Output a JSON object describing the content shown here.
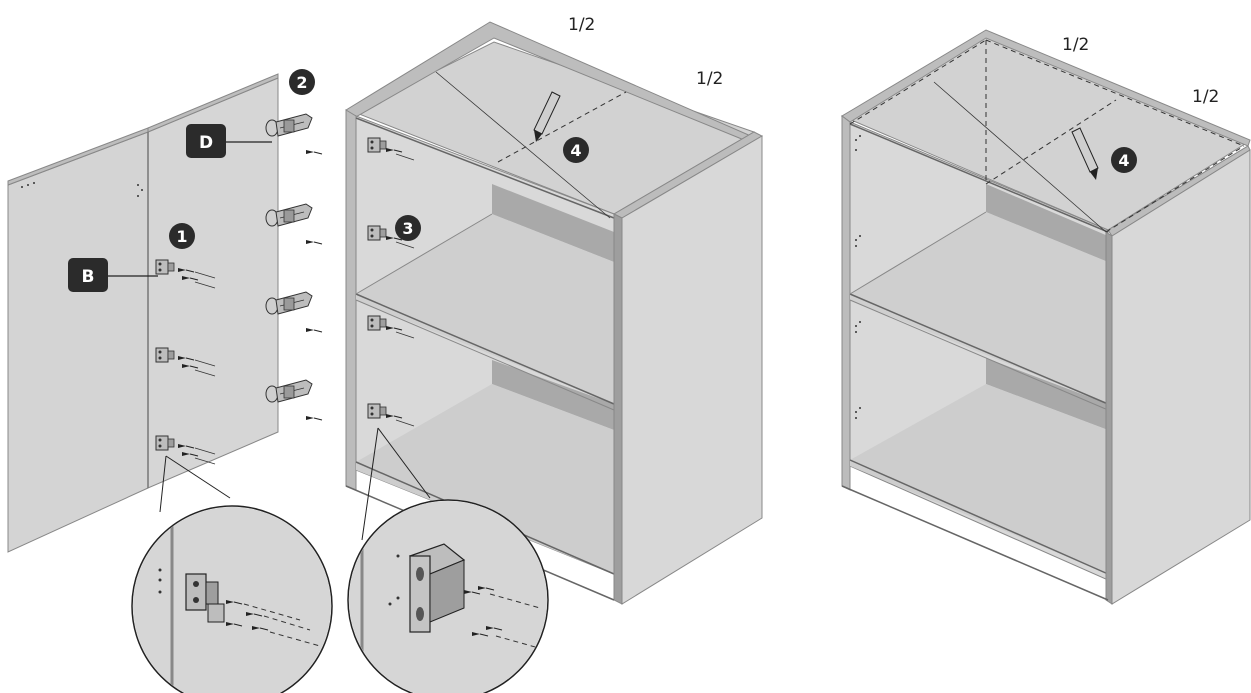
{
  "labels": {
    "half_a": "1/2",
    "half_b": "1/2",
    "half_c": "1/2",
    "half_d": "1/2"
  },
  "steps": {
    "step1": "1",
    "step2": "2",
    "step3": "3",
    "step4_left": "4",
    "step4_right": "4"
  },
  "parts": {
    "part_b": "B",
    "part_d": "D"
  },
  "colors": {
    "panel_face": "#d6d6d6",
    "panel_side": "#ececec",
    "panel_edge": "#8c8c8c",
    "shadow": "#a9a9a9",
    "badge": "#2b2b2b",
    "line": "#333333"
  },
  "icons": {
    "pencil": "pencil-icon",
    "hinge": "hinge-icon",
    "mounting_plate": "mounting-plate-icon",
    "screw": "screw-icon"
  }
}
